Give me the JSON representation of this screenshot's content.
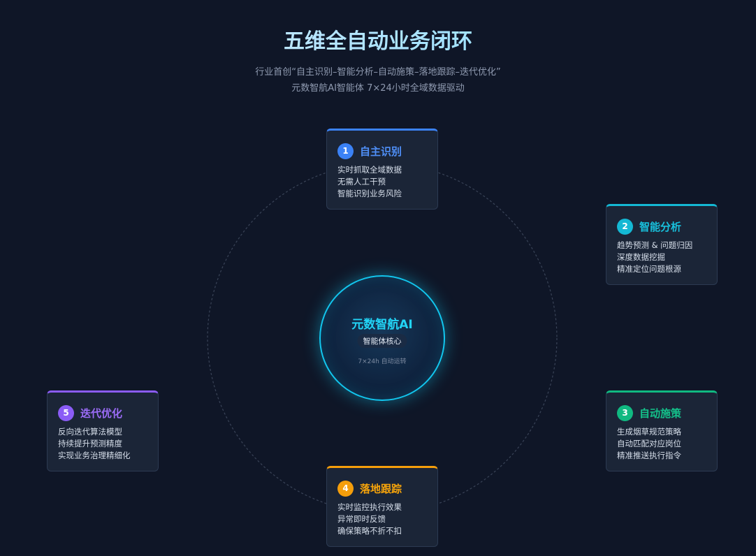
{
  "header": {
    "title": "五维全自动业务闭环",
    "subtitle_line1": "行业首创“自主识别–智能分析–自动施策–落地跟踪–迭代优化”",
    "subtitle_line2": "元数智航AI智能体 7×24小时全域数据驱动"
  },
  "core": {
    "title": "元数智航AI",
    "badge": "智能体核心",
    "note": "7×24h 自动运转",
    "color": "#12c6ee"
  },
  "cards": [
    {
      "number": "1",
      "title": "自主识别",
      "color": "#3b82f6",
      "lines": [
        "实时抓取全域数据",
        "无需人工干预",
        "智能识别业务风险"
      ]
    },
    {
      "number": "2",
      "title": "智能分析",
      "color": "#14b8d4",
      "lines": [
        "趋势预测 & 问题归因",
        "深度数据挖掘",
        "精准定位问题根源"
      ]
    },
    {
      "number": "3",
      "title": "自动施策",
      "color": "#10b981",
      "lines": [
        "生成烟草规范策略",
        "自动匹配对应岗位",
        "精准推送执行指令"
      ]
    },
    {
      "number": "4",
      "title": "落地跟踪",
      "color": "#f59e0b",
      "lines": [
        "实时监控执行效果",
        "异常即时反馈",
        "确保策略不折不扣"
      ]
    },
    {
      "number": "5",
      "title": "迭代优化",
      "color": "#8b5cf6",
      "lines": [
        "反向迭代算法模型",
        "持续提升预测精度",
        "实现业务治理精细化"
      ]
    }
  ]
}
